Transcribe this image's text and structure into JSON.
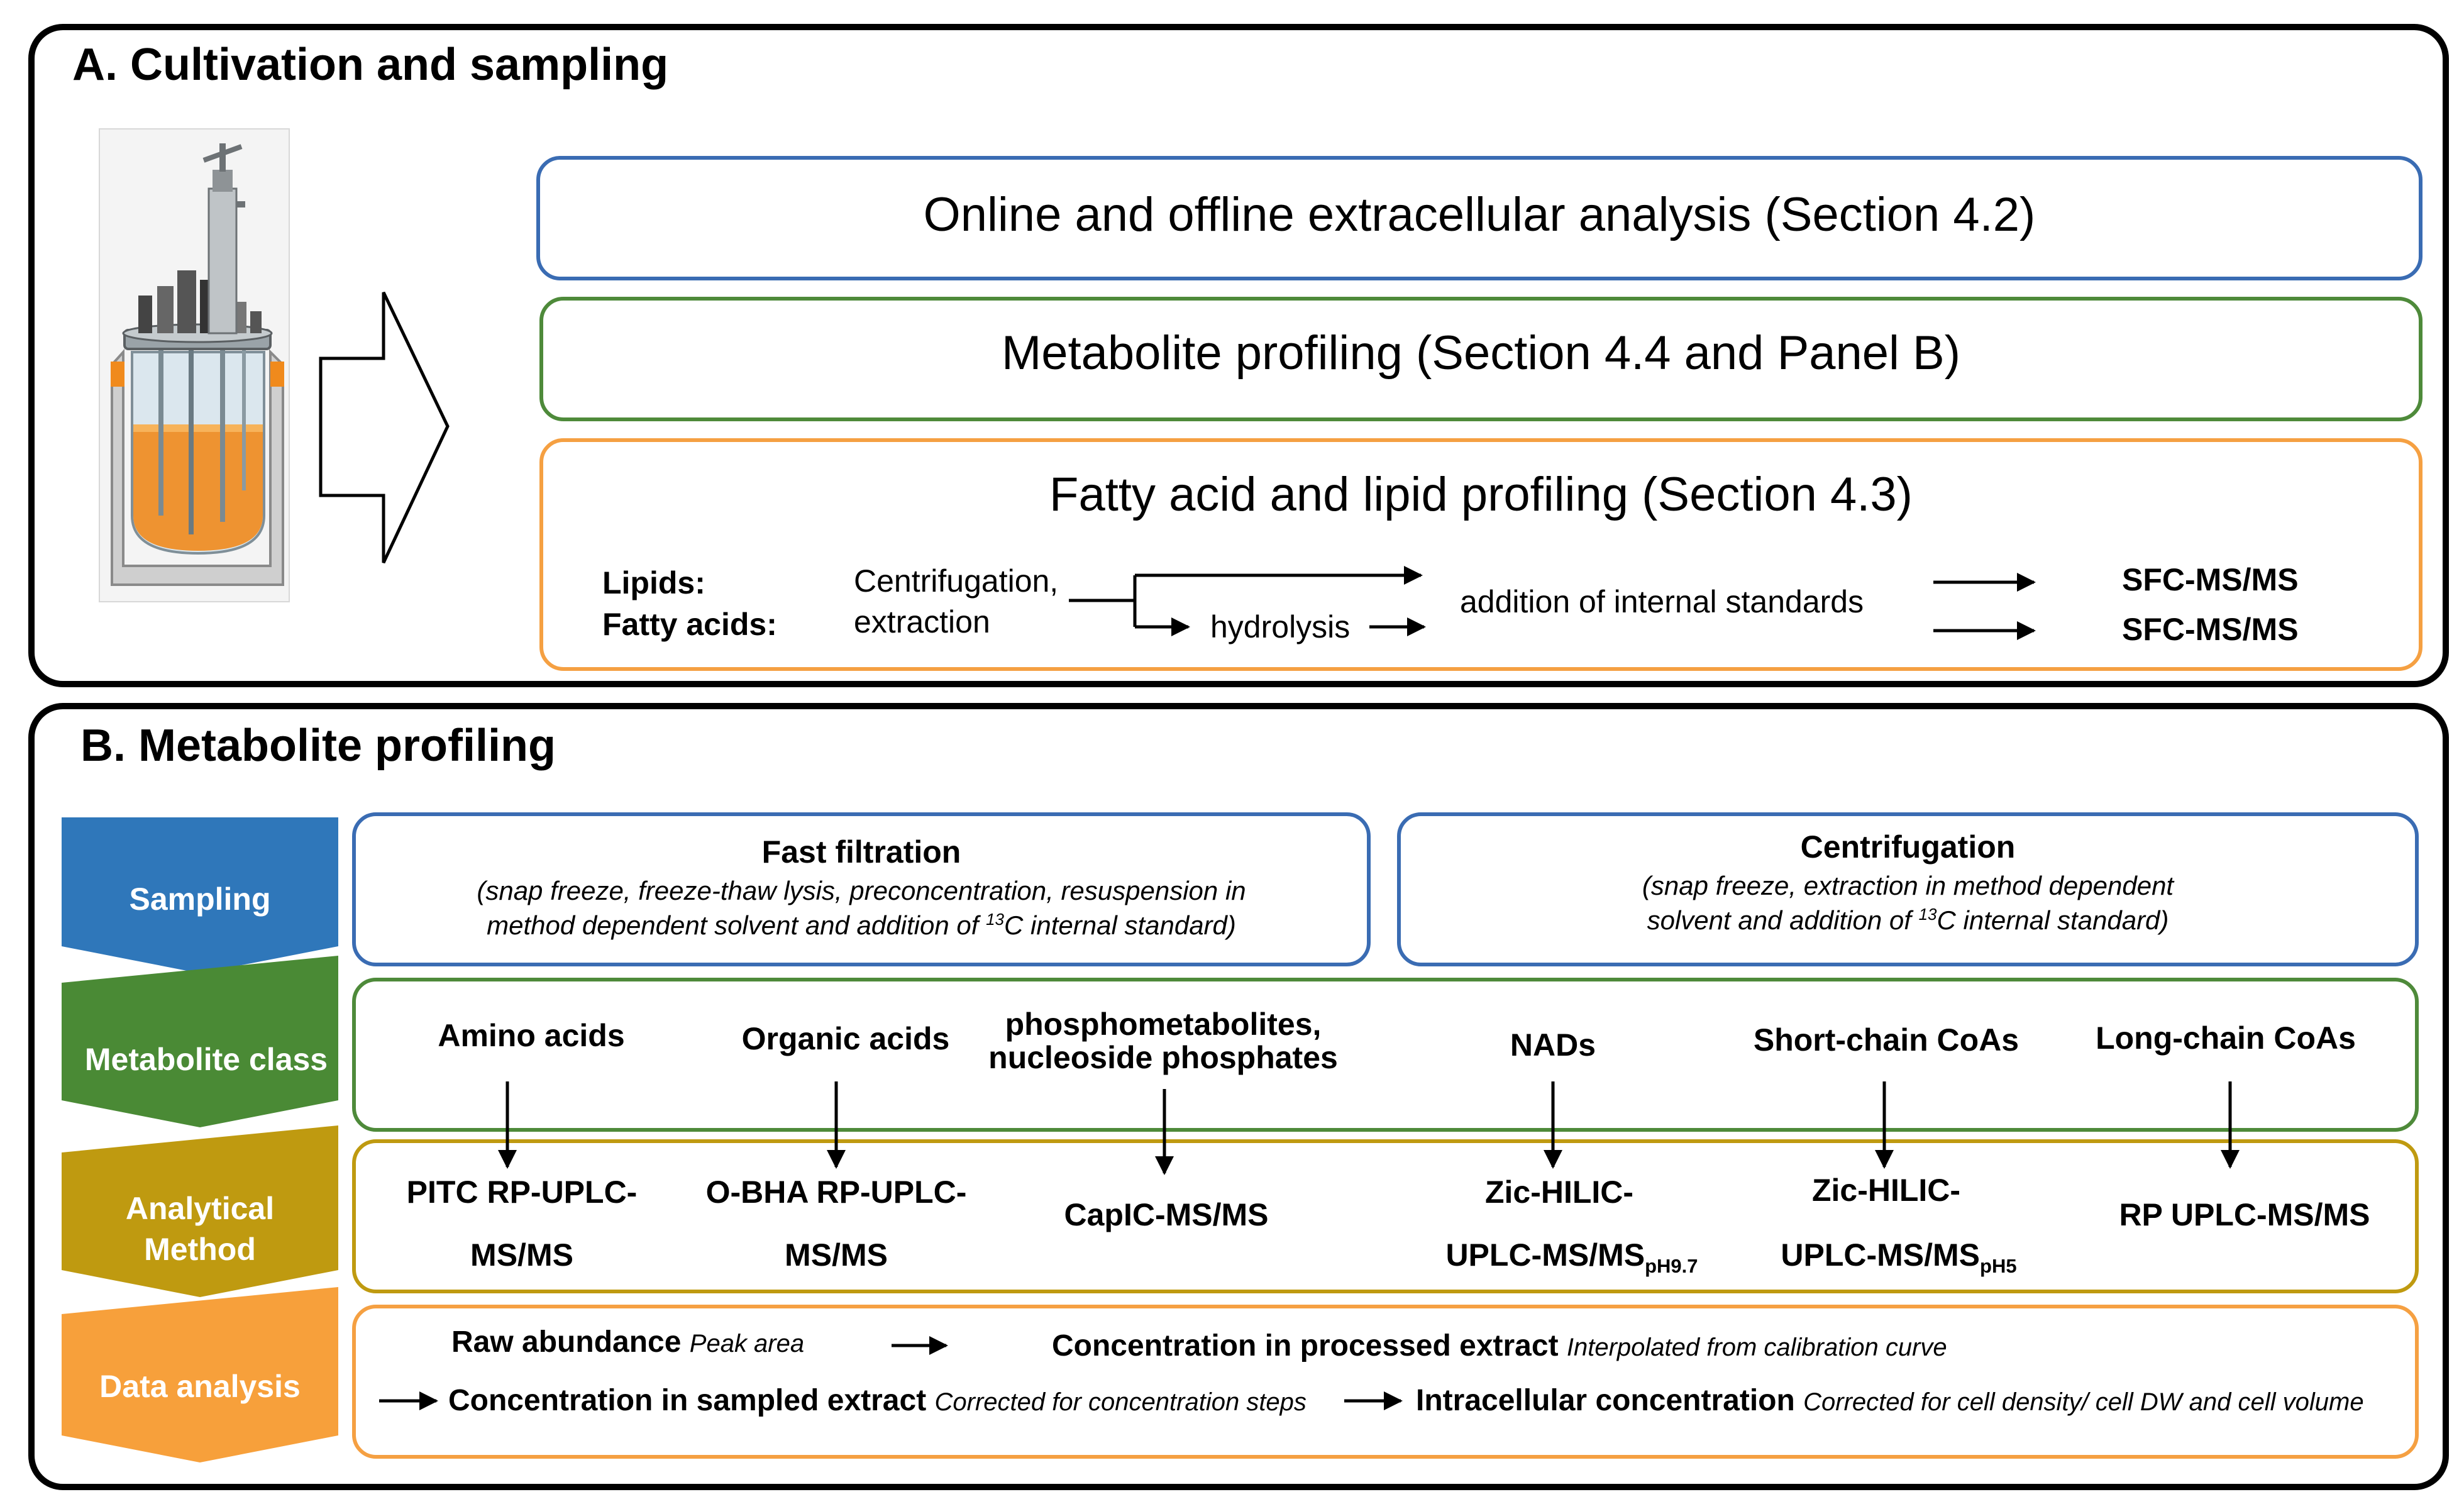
{
  "panel_a": {
    "title": "A. Cultivation and sampling",
    "box_extracellular": "Online and offline extracellular analysis (Section 4.2)",
    "box_metabolite": "Metabolite profiling (Section 4.4 and Panel B)",
    "box_lipid": {
      "title": "Fatty acid and lipid profiling (Section 4.3)",
      "label_lipids": "Lipids:",
      "label_fatty_acids": "Fatty acids:",
      "step_centrifugation_line1": "Centrifugation,",
      "step_centrifugation_line2": "extraction",
      "step_hydrolysis": "hydrolysis",
      "step_internal_standards": "addition of internal standards",
      "method_lipids": "SFC-MS/MS",
      "method_fatty_acids": "SFC-MS/MS"
    }
  },
  "panel_b": {
    "title": "B. Metabolite profiling",
    "rows": {
      "sampling": "Sampling",
      "metabolite_class": "Metabolite class",
      "analytical_method_line1": "Analytical",
      "analytical_method_line2": "Method",
      "data_analysis": "Data analysis"
    },
    "fast_filtration": {
      "title": "Fast filtration",
      "desc_line1": "(snap freeze, freeze-thaw lysis, preconcentration, resuspension in",
      "desc_line2_pre": "method dependent solvent and addition of ",
      "desc_sup": "13",
      "desc_line2_post": "C internal standard)"
    },
    "centrifugation": {
      "title": "Centrifugation",
      "desc_line1": "(snap freeze, extraction in method dependent",
      "desc_line2_pre": "solvent and addition of ",
      "desc_sup": "13",
      "desc_line2_post": "C internal standard)"
    },
    "classes": {
      "amino_acids": "Amino acids",
      "organic_acids": "Organic acids",
      "phospho_line1": "phosphometabolites,",
      "phospho_line2": "nucleoside phosphates",
      "nads": "NADs",
      "short_chain": "Short-chain CoAs",
      "long_chain": "Long-chain CoAs"
    },
    "methods": {
      "pitc_line1": "PITC RP-UPLC-",
      "pitc_line2": "MS/MS",
      "obha_line1": "O-BHA RP-UPLC-",
      "obha_line2": "MS/MS",
      "capic": "CapIC-MS/MS",
      "zic1_line1": "Zic-HILIC-",
      "zic1_line2": "UPLC-MS/MS",
      "zic1_sub": "pH9.7",
      "zic2_line1": "Zic-HILIC-",
      "zic2_line2": "UPLC-MS/MS",
      "zic2_sub": "pH5",
      "rp": "RP UPLC-MS/MS"
    },
    "data_analysis": {
      "raw_abundance": "Raw abundance",
      "peak_area": "Peak area",
      "conc_processed": "Concentration in processed extract",
      "interpolated": "Interpolated from calibration curve",
      "conc_sampled": "Concentration in sampled extract",
      "corrected_steps": "Corrected for concentration steps",
      "intracellular": "Intracellular concentration",
      "corrected_density": "Corrected for cell density/ cell DW and cell volume"
    }
  },
  "colors": {
    "blue": "#3a6cb3",
    "green": "#4e8a3a",
    "orange": "#f5a042",
    "sampling": "#2f77ba",
    "metabolite_class": "#4a8a35",
    "analytical_method": "#bf9a10",
    "data_analysis": "#f7a03b",
    "liquid": "#f08a1c"
  },
  "icons": {
    "bioreactor": "bioreactor-icon",
    "big_arrow": "block-arrow-right-icon"
  }
}
